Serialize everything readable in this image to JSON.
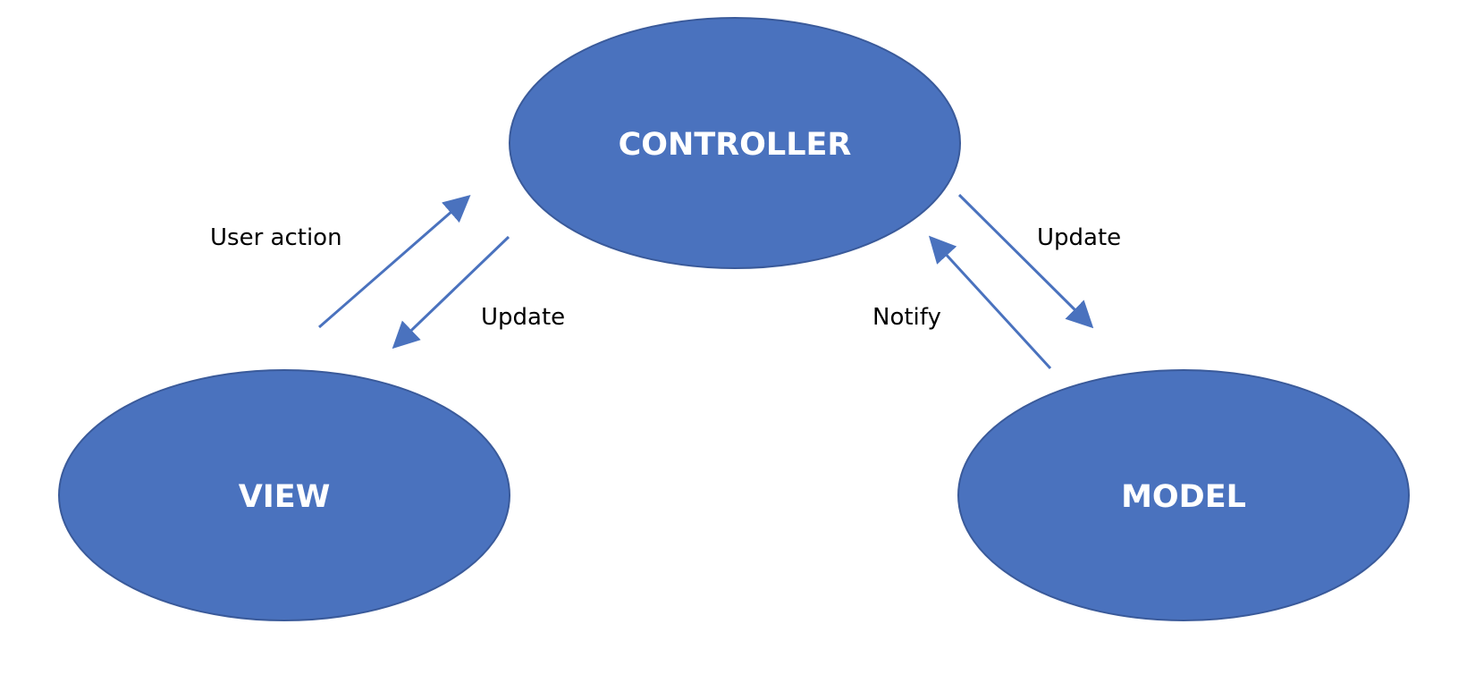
{
  "colors": {
    "node_fill": "#4a72be",
    "node_stroke": "#3a5a9a",
    "arrow": "#4a72be",
    "label_text": "#000000",
    "node_text": "#ffffff"
  },
  "nodes": {
    "controller": "CONTROLLER",
    "view": "VIEW",
    "model": "MODEL"
  },
  "edges": {
    "view_to_controller": "User action",
    "controller_to_view": "Update",
    "controller_to_model": "Update",
    "model_to_controller": "Notify"
  }
}
